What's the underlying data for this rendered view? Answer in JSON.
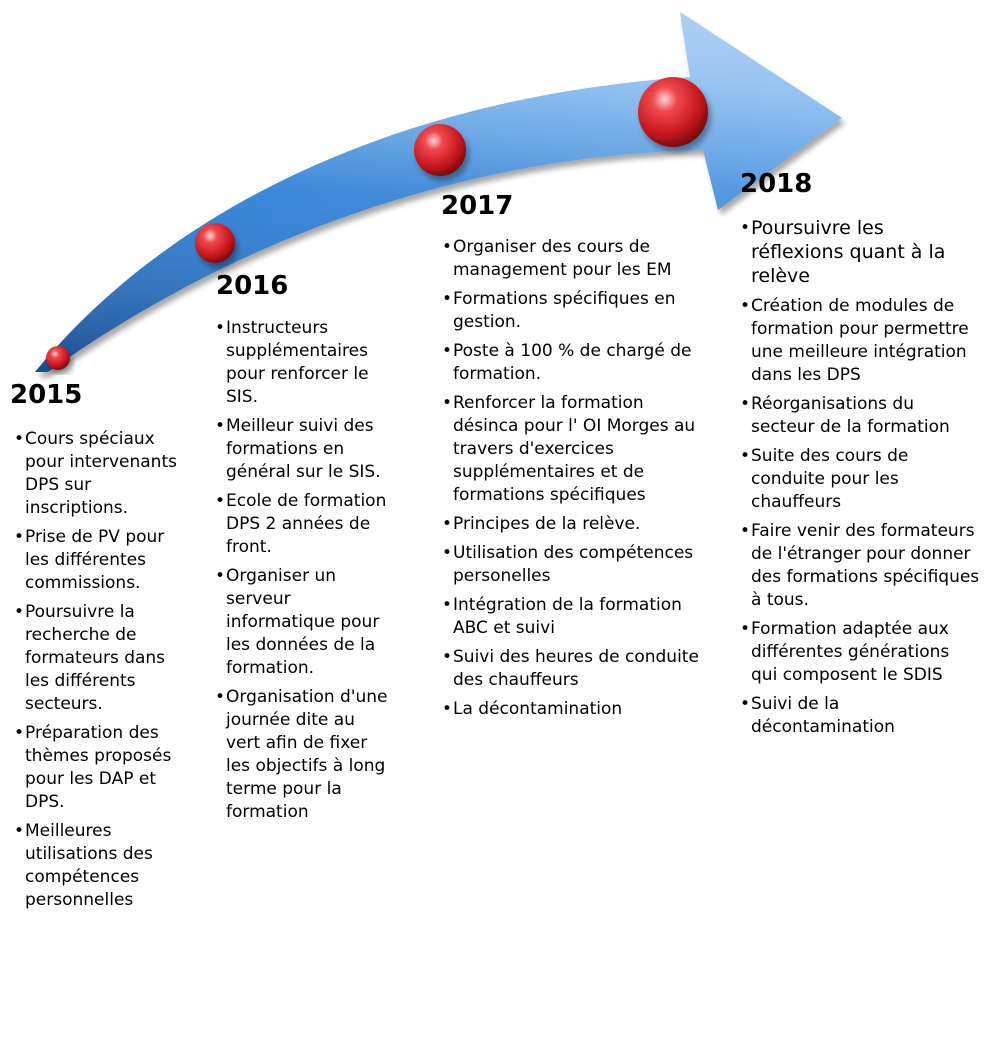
{
  "colors": {
    "arrow_light": "#7fb6ee",
    "arrow_mid": "#2e7fd4",
    "arrow_dark": "#1c5aa8",
    "marker": "#d8242b",
    "marker_dark": "#8e0f14"
  },
  "timeline": [
    {
      "year": "2015",
      "items": [
        "Cours spéciaux pour intervenants DPS sur inscriptions.",
        "Prise de PV pour les différentes commissions.",
        "Poursuivre la recherche de formateurs dans les différents secteurs.",
        "Préparation des thèmes proposés pour les DAP et DPS.",
        "Meilleures utilisations des compétences personnelles"
      ]
    },
    {
      "year": "2016",
      "items": [
        "Instructeurs supplémentaires pour renforcer le SIS.",
        "Meilleur suivi des formations en général sur le SIS.",
        "Ecole de formation DPS 2 années de front.",
        "Organiser un serveur informatique pour les données de la formation.",
        "Organisation d'une journée dite au vert afin de fixer les objectifs à long terme pour la formation"
      ]
    },
    {
      "year": "2017",
      "items": [
        "Organiser des cours de management pour les EM",
        "Formations spécifiques en gestion.",
        "Poste à 100 %  de chargé de formation.",
        "Renforcer la formation désinca pour l' OI Morges au travers d'exercices supplémentaires et de formations spécifiques",
        "Principes de la relève.",
        "Utilisation des compétences personelles",
        "Intégration de la formation ABC et suivi",
        "Suivi des heures de conduite des chauffeurs",
        "La décontamination"
      ]
    },
    {
      "year": "2018",
      "items": [
        "Poursuivre les réflexions quant à la relève",
        "Création de modules de formation pour permettre une meilleure intégration dans les DPS",
        "Réorganisations du secteur de la formation",
        "Suite des cours de conduite pour les chauffeurs",
        "Faire venir des formateurs de l'étranger pour donner des formations spécifiques à tous.",
        "Formation adaptée aux différentes générations qui composent le SDIS",
        "Suivi de la décontamination"
      ]
    }
  ]
}
